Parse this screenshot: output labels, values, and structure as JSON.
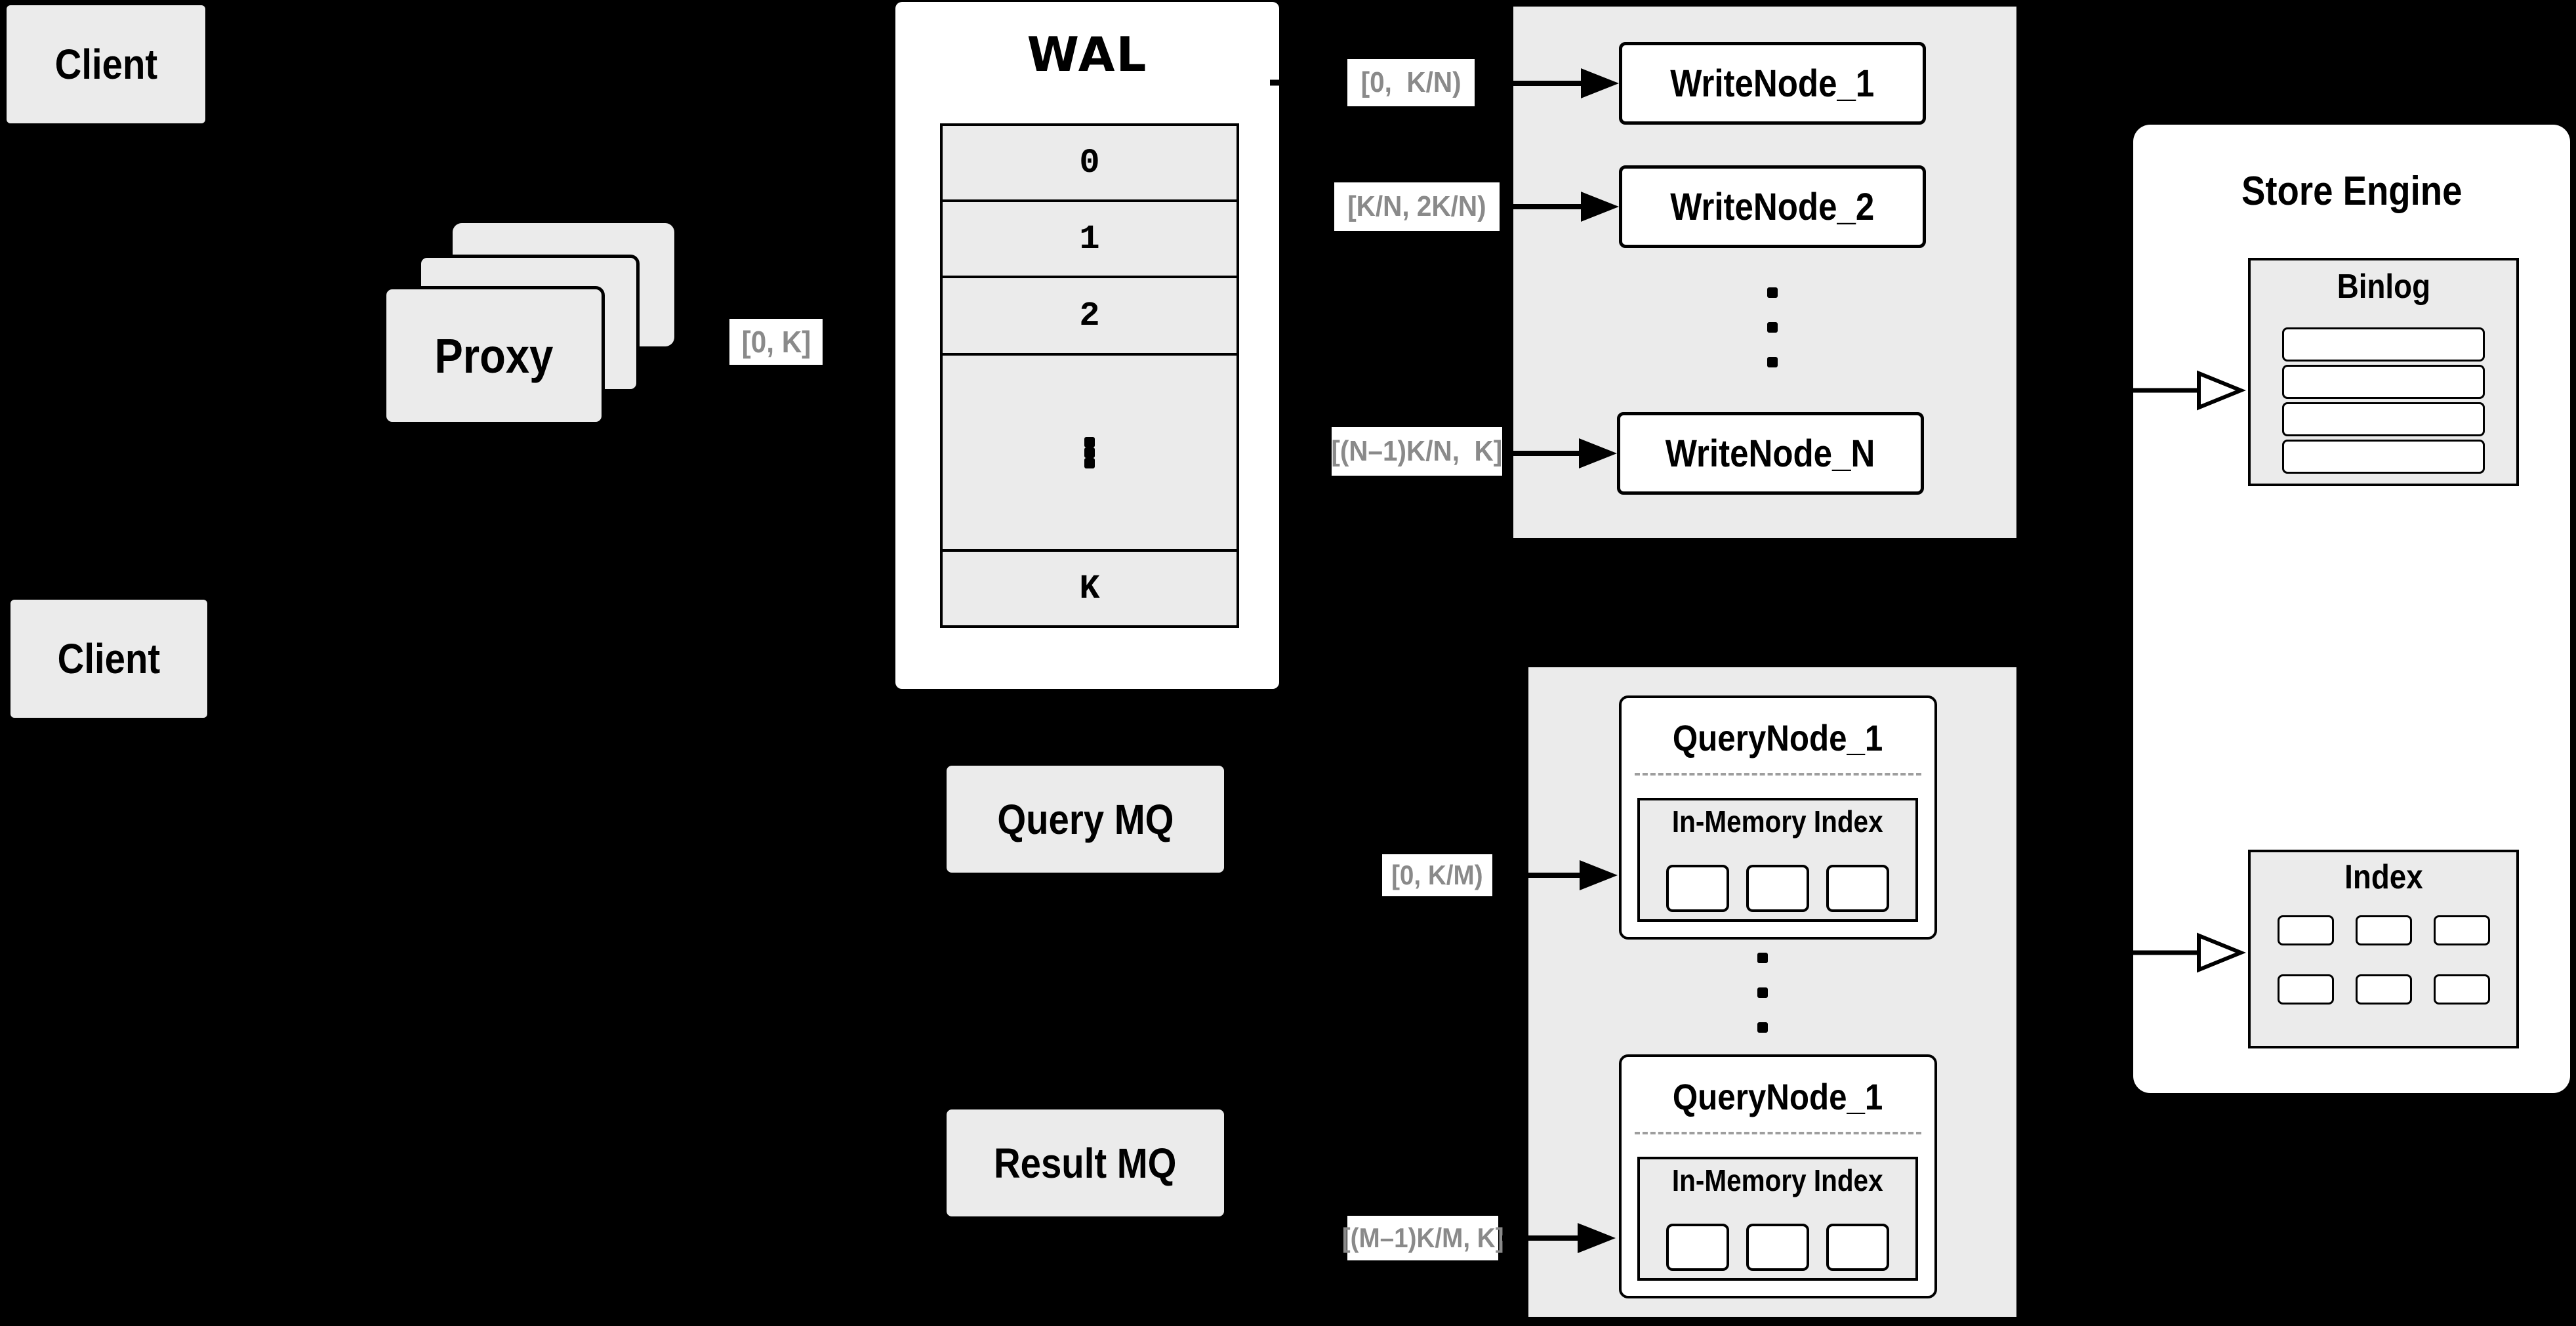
{
  "colors": {
    "background": "#000000",
    "panel_gray": "#ebebeb",
    "surface_white": "#ffffff",
    "line_black": "#000000",
    "range_text_gray": "#8a8a8a"
  },
  "clients": {
    "top": "Client",
    "bottom": "Client"
  },
  "proxy": {
    "label": "Proxy",
    "range_label": "[0, K]"
  },
  "wal": {
    "title": "WAL",
    "rows": [
      "0",
      "1",
      "2",
      "K"
    ]
  },
  "write_section": {
    "ranges": [
      "[0,  K/N)",
      "[K/N, 2K/N)",
      "[(N–1)K/N,  K]"
    ],
    "nodes": [
      "WriteNode_1",
      "WriteNode_2",
      "WriteNode_N"
    ]
  },
  "query_section": {
    "ranges": [
      "[0, K/M)",
      "[(M–1)K/M, K]"
    ],
    "nodes": [
      {
        "title": "QueryNode_1",
        "memory_label": "In-Memory Index"
      },
      {
        "title": "QueryNode_1",
        "memory_label": "In-Memory Index"
      }
    ]
  },
  "mq": {
    "query": "Query MQ",
    "result": "Result MQ"
  },
  "store_engine": {
    "title": "Store Engine",
    "binlog_label": "Binlog",
    "index_label": "Index"
  }
}
